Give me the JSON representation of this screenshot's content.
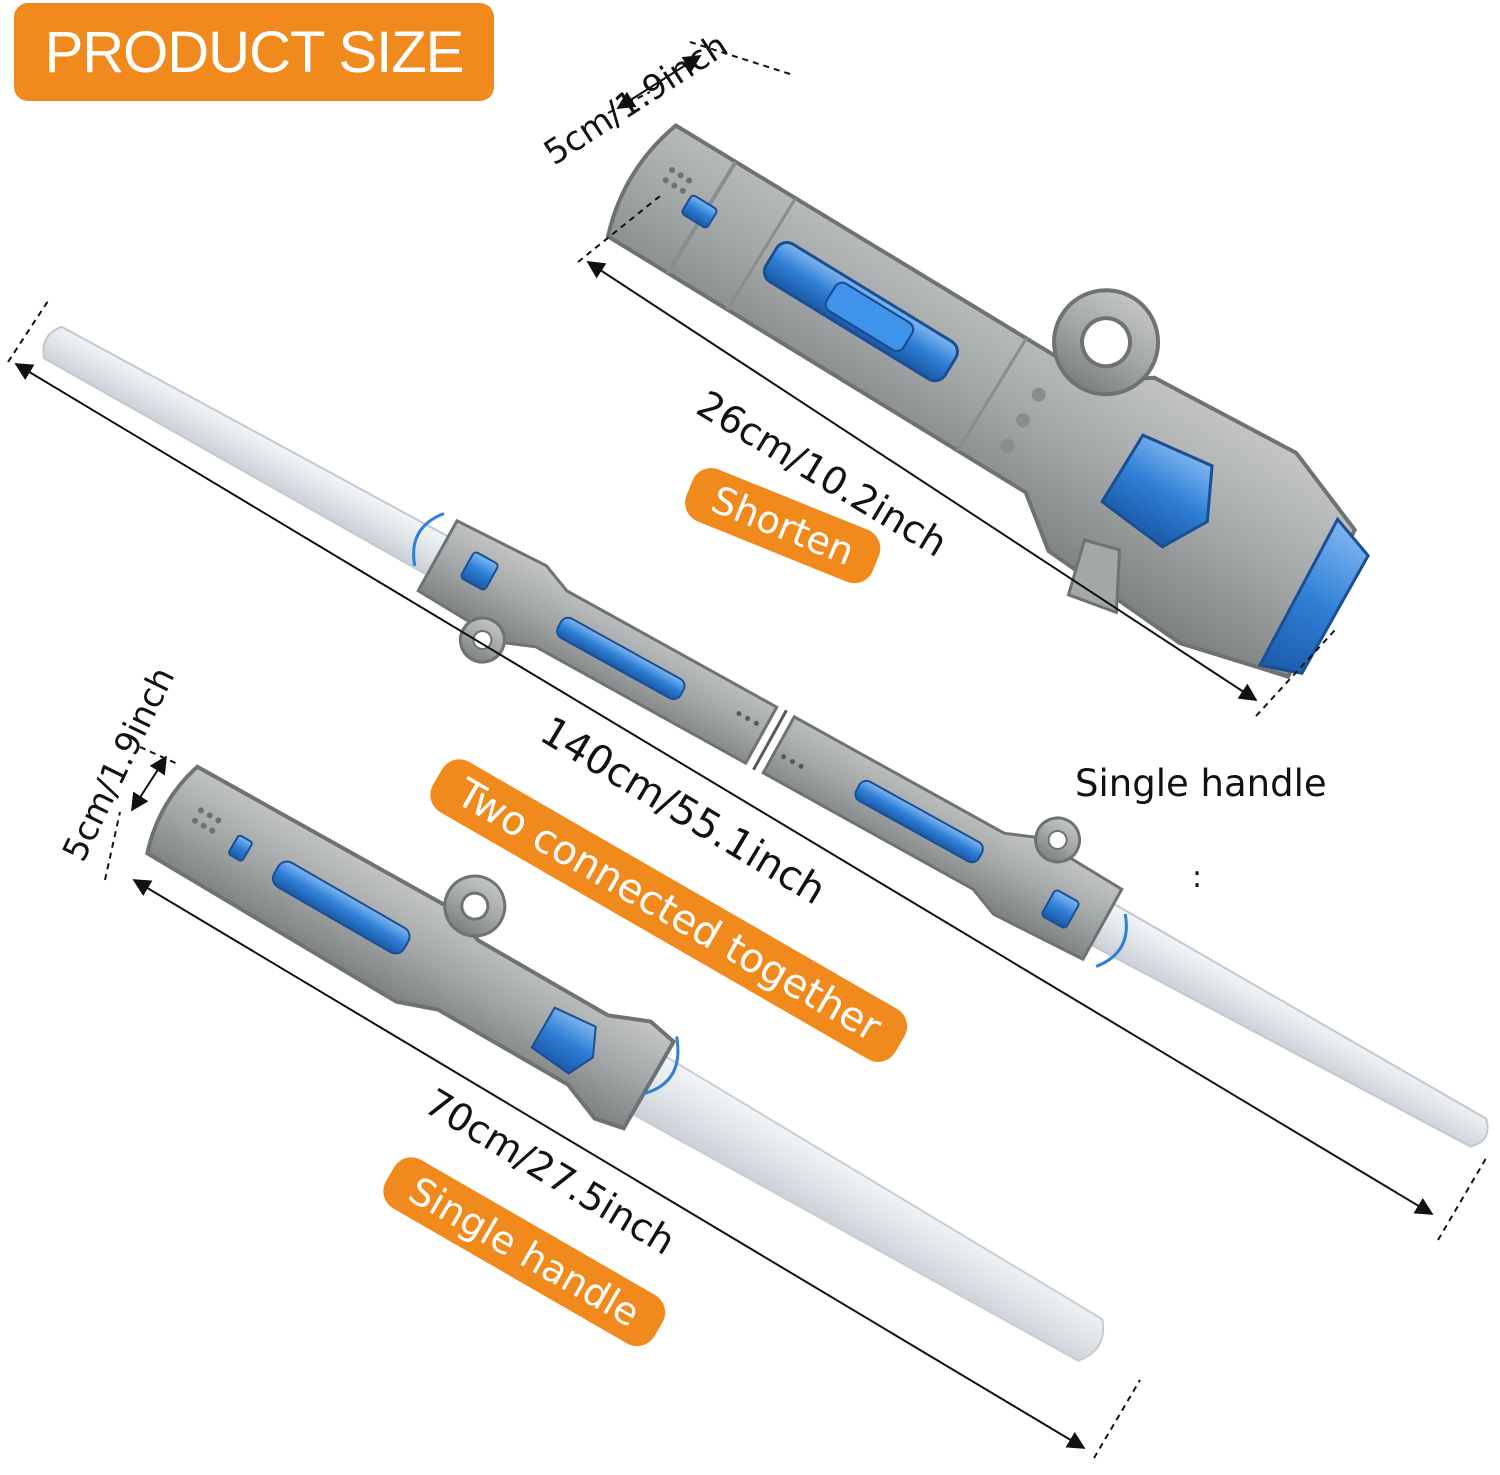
{
  "title": "PRODUCT SIZE",
  "colors": {
    "accent": "#f08a1c",
    "handle": "#a9abab",
    "handle_dark": "#6f7273",
    "blue": "#2f7fd6",
    "blade": "#e4e8ec"
  },
  "dimensions": {
    "grip_width_top": "5cm/1.9inch",
    "handle_length": "26cm/10.2inch",
    "connected_length": "140cm/55.1inch",
    "grip_width_bottom": "5cm/1.9inch",
    "single_length": "70cm/27.5inch"
  },
  "labels": {
    "shorten": "Shorten",
    "connected": "Two connected together",
    "single_badge": "Single handle",
    "single_plain": "Single handle",
    "colon": ":"
  },
  "icons": [
    "saber-handle",
    "double-saber",
    "single-saber"
  ]
}
